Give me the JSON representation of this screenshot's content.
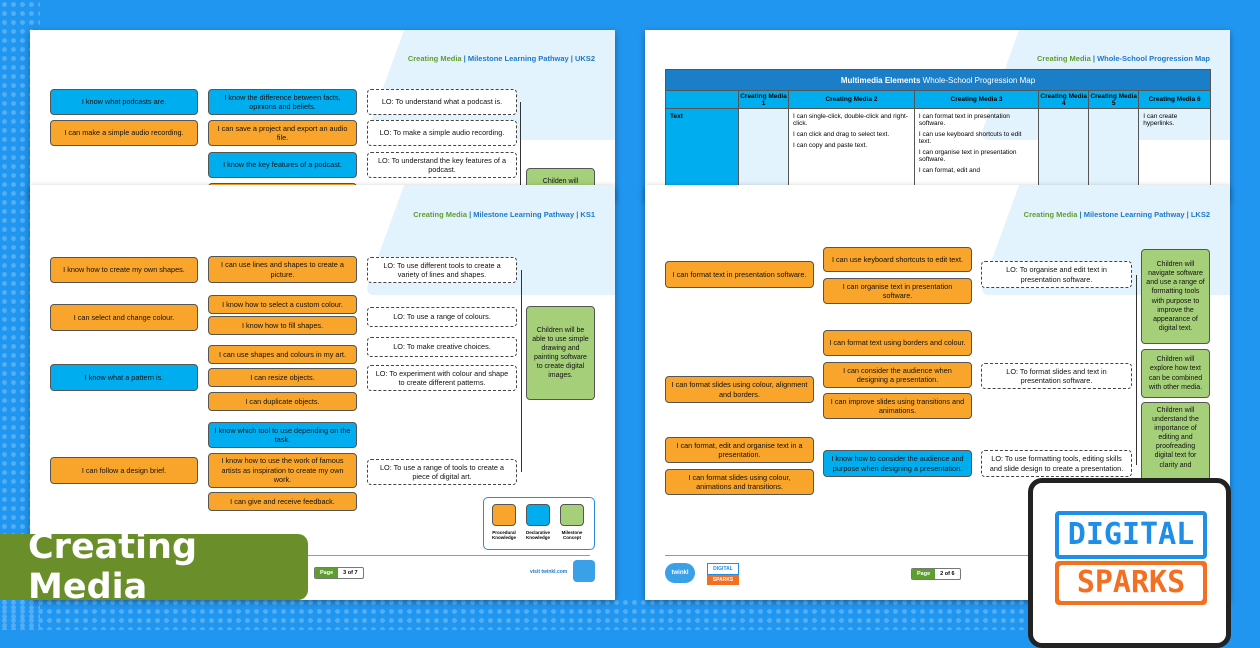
{
  "banner": {
    "title": "Creating Media"
  },
  "colors": {
    "background": "#2196f0",
    "procedural": "#f9a52b",
    "declarative": "#00aeef",
    "milestone": "#a6cf7a",
    "banner": "#6a8f2a"
  },
  "page_uks2_top": {
    "header_green": "Creating Media",
    "header_blue": "Milestone Learning Pathway | UKS2",
    "col1": [
      "I know what podcasts are.",
      "I can make a simple audio recording."
    ],
    "col2": [
      "I know the difference between facts, opinions and beliefs.",
      "I can save a project and export an audio file.",
      "I know the key features of a podcast."
    ],
    "lo": [
      "LO: To understand what a podcast is.",
      "LO: To make a simple audio recording.",
      "LO: To understand the key features of a podcast."
    ],
    "milestone": "Childen will"
  },
  "page_map": {
    "header_green": "Creating Media",
    "header_blue": "Whole-School Progression Map",
    "title_bold": "Multimedia Elements",
    "title_rest": " Whole-School Progression Map",
    "columns": [
      "Creating Media 1",
      "Creating Media 2",
      "Creating Media 3",
      "Creating Media 4",
      "Creating Media 5",
      "Creating Media 6"
    ],
    "row_label": "Text",
    "cells": {
      "cm2": [
        "I can single-click, double-click and right-click.",
        "I can click and drag to select text.",
        "I can copy and paste text."
      ],
      "cm3": [
        "I can format text in presentation software.",
        "I can use keyboard shortcuts to edit text.",
        "I can organise text in presentation software.",
        "I can format, edit and"
      ],
      "cm6": [
        "I can create hyperlinks."
      ]
    }
  },
  "page_ks1": {
    "header_green": "Creating Media",
    "header_blue": "Milestone Learning Pathway | KS1",
    "col1": [
      "I know how to create my own shapes.",
      "I can select and change colour.",
      "I know what a pattern is.",
      "I can follow a design brief."
    ],
    "col2": [
      "I can use lines and shapes to create a picture.",
      "I know how to select a custom colour.",
      "I know how to fill shapes.",
      "I can use shapes and colours in my art.",
      "I can resize objects.",
      "I can duplicate objects.",
      "I know which tool to use depending on the task.",
      "I know how to use the work of famous artists as inspiration to create my own work.",
      "I can give and receive feedback."
    ],
    "lo": [
      "LO: To use different tools to create a variety of lines and shapes.",
      "LO: To use a range of colours.",
      "LO: To make creative choices.",
      "LO: To experiment with colour and shape to create different patterns.",
      "LO: To use a range of tools to create a piece of digital art."
    ],
    "milestone": "Children will be able to use simple drawing and painting software to create digital images.",
    "legend": [
      "Procedural Knowledge",
      "Declarative Knowledge",
      "Milestone Concept"
    ],
    "page_label": "Page",
    "page_num": "3 of 7",
    "link": "visit twinkl.com"
  },
  "page_lks2": {
    "header_green": "Creating Media",
    "header_blue": "Milestone Learning Pathway | LKS2",
    "col1": [
      "I can format text in presentation software.",
      "I can format slides using colour, alignment and borders.",
      "I can format, edit and organise text in a presentation.",
      "I can format slides using colour, animations and transitions."
    ],
    "col2": [
      "I can use keyboard shortcuts to edit text.",
      "I can organise text in presentation software.",
      "I can format text using borders and colour.",
      "I can consider the audience when designing a presentation.",
      "I can improve slides using transitions and animations.",
      "I know how to consider the audience and purpose when designing a presentation."
    ],
    "lo": [
      "LO: To organise and edit text in presentation software.",
      "LO: To format slides and text in presentation software.",
      "LO: To use formatting tools, editing skills and slide design to create a presentation."
    ],
    "milestones": [
      "Children will navigate software and use a range of formatting tools with purpose to improve the appearance of digital text.",
      "Children will explore how text can be combined with other media.",
      "Children will understand the importance of editing and proofreading digital text for clarity and"
    ],
    "page_label": "Page",
    "page_num": "2 of 6",
    "twinkl": "twinkl"
  },
  "logo": {
    "line1": "DIGITAL",
    "line2": "SPARKS"
  }
}
